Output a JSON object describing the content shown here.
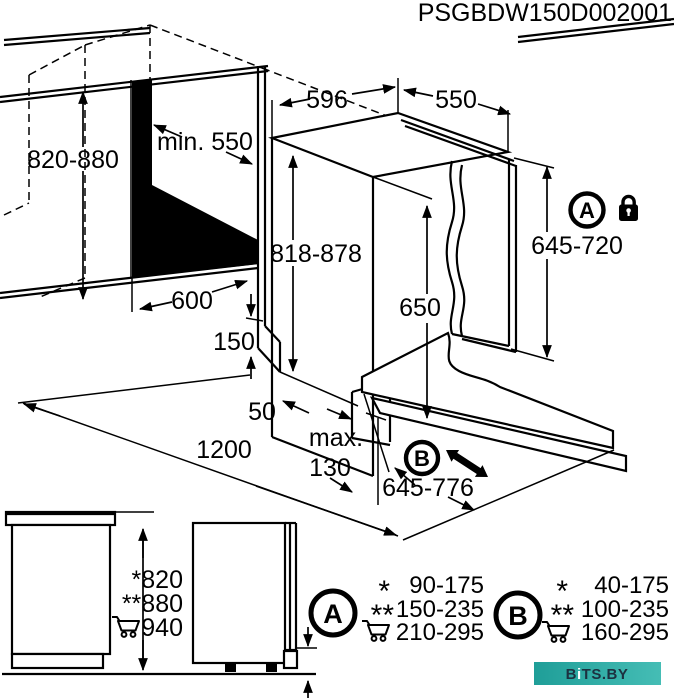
{
  "title": "PSGBDW150D002001",
  "diagram": {
    "niche_height": "820-880",
    "niche_depth": "min. 550",
    "niche_width": "600",
    "dw_width": "596",
    "dw_depth": "550",
    "dw_height": "818-878",
    "door_height": "650",
    "range_a": "645-720",
    "plinth_step": "150",
    "gap": "50",
    "front_clearance": "1200",
    "max_label": "max.",
    "max_value": "130",
    "range_b": "645-776",
    "marker_a": "A",
    "marker_b": "B"
  },
  "side_views": {
    "row_star": "*820",
    "row_double_star": "**880",
    "row_cart": "940"
  },
  "legend_a": {
    "marker": "A",
    "star": "*",
    "double_star": "**",
    "row_star": "90-175",
    "row_double_star": "150-235",
    "row_cart": "210-295"
  },
  "legend_b": {
    "marker": "B",
    "star": "*",
    "double_star": "**",
    "row_star": "40-175",
    "row_double_star": "100-235",
    "row_cart": "160-295"
  },
  "watermark": {
    "b": "B",
    "i": "i",
    "rest": "TS.BY"
  },
  "colors": {
    "teal": "#1f9e98",
    "teal_light": "#45bdb5",
    "navy": "#1c3140"
  }
}
